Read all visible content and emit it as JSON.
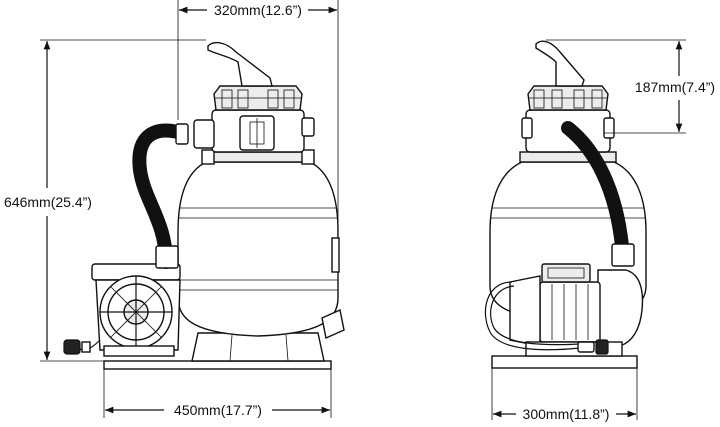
{
  "dimensions": {
    "top_width": "320mm(12.6”)",
    "total_height": "646mm(25.4”)",
    "base_length": "450mm(17.7”)",
    "valve_height": "187mm(7.4”)",
    "side_depth": "300mm(11.8”)"
  }
}
